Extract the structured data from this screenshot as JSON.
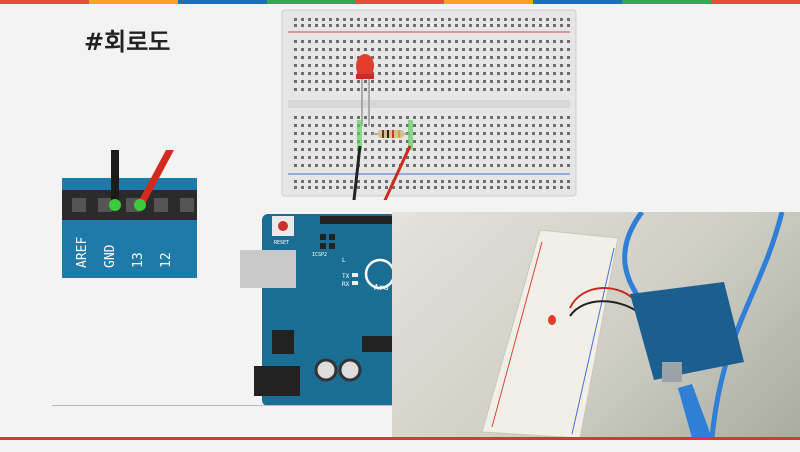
{
  "title": "#회로도",
  "top_bar_colors": [
    "#e94e3a",
    "#f6a623",
    "#1f6fb5",
    "#32a852",
    "#e94e3a",
    "#f6a623",
    "#1f6fb5",
    "#32a852",
    "#e94e3a"
  ],
  "zoom_pins": {
    "labels": [
      "AREF",
      "GND",
      "13",
      "12"
    ]
  },
  "arduino": {
    "reset_label": "RESET",
    "icsp2_label": "ICSP2",
    "led_labels": [
      "L",
      "TX",
      "RX"
    ],
    "logo_text": "Ard"
  },
  "colors": {
    "board_blue": "#1b6e93",
    "led_red": "#e33b2e",
    "wire_red": "#d32a1f",
    "wire_black": "#222222",
    "progress_red": "#e5312f"
  }
}
